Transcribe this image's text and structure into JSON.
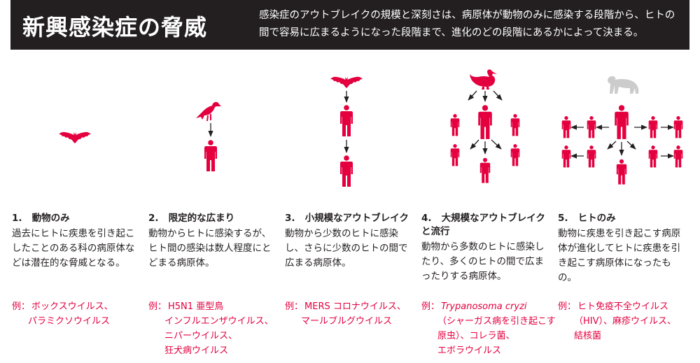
{
  "header": {
    "title": "新興感染症の脅威",
    "subtitle": "感染症のアウトブレイクの規模と深刻さは、病原体が動物のみに感染する段階から、ヒトの間で容易に広まるようになった段階まで、進化のどの段階にあるかによって決まる。"
  },
  "colors": {
    "accent": "#e4003f",
    "header_bg": "#231f20",
    "primate": "#cccccc"
  },
  "stages": [
    {
      "number": "1.",
      "title": "動物のみ",
      "description": "過去にヒトに疾患を引き起こしたことのある科の病原体などは潜在的な脅威となる。",
      "example_label": "例：",
      "examples": [
        "ボックスウイルス、",
        "パラミクソウイルス"
      ],
      "icons": [
        "bat-icon"
      ]
    },
    {
      "number": "2.",
      "title": "限定的な広まり",
      "description": "動物からヒトに感染するが、ヒト間の感染は数人程度にとどまる病原体。",
      "example_label": "例：",
      "examples": [
        "H5N1 亜型鳥",
        "インフルエンザウイルス、",
        "ニパーウイルス、",
        "狂犬病ウイルス"
      ],
      "icons": [
        "bird-icon",
        "human-icon"
      ]
    },
    {
      "number": "3.",
      "title": "小規模なアウトブレイク",
      "description": "動物から少数のヒトに感染し、さらに少数のヒトの間で広まる病原体。",
      "example_label": "例：",
      "examples": [
        "MERS コロナウイルス、",
        "マールブルグウイルス"
      ],
      "icons": [
        "bat-icon",
        "human-icon"
      ]
    },
    {
      "number": "4.",
      "title": "大規模なアウトブレイクと流行",
      "description": "動物から多数のヒトに感染したり、多くのヒトの間で広まったりする病原体。",
      "example_label": "例：",
      "examples": [
        "Trypanosoma cryzi",
        "（シャーガス病を引き起こす",
        "原虫）、コレラ菌、",
        "エボラウイルス"
      ],
      "icons": [
        "duck-icon",
        "human-icon"
      ]
    },
    {
      "number": "5.",
      "title": "ヒトのみ",
      "description": "動物に疾患を引き起こす病原体が進化してヒトに疾患を引き起こす病原体になったもの。",
      "example_label": "例：",
      "examples": [
        "ヒト免疫不全ウイルス",
        "（HIV）、麻疹ウイルス、",
        "結核菌"
      ],
      "icons": [
        "primate-icon",
        "human-icon"
      ]
    }
  ]
}
